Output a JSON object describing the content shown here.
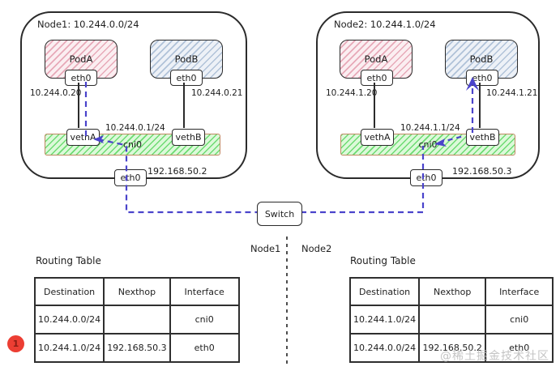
{
  "nodes": [
    {
      "title": "Node1: 10.244.0.0/24",
      "pods": [
        {
          "label": "PodA",
          "eth": "eth0",
          "ip": "10.244.0.20",
          "veth": "vethA"
        },
        {
          "label": "PodB",
          "eth": "eth0",
          "ip": "10.244.0.21",
          "veth": "vethB"
        }
      ],
      "bridge": {
        "label": "cni0",
        "ip": "10.244.0.1/24"
      },
      "host": {
        "label": "eth0",
        "ip": "192.168.50.2"
      }
    },
    {
      "title": "Node2: 10.244.1.0/24",
      "pods": [
        {
          "label": "PodA",
          "eth": "eth0",
          "ip": "10.244.1.20",
          "veth": "vethA"
        },
        {
          "label": "PodB",
          "eth": "eth0",
          "ip": "10.244.1.21",
          "veth": "vethB"
        }
      ],
      "bridge": {
        "label": "cni0",
        "ip": "10.244.1.1/24"
      },
      "host": {
        "label": "eth0",
        "ip": "192.168.50.3"
      }
    }
  ],
  "switch_label": "Switch",
  "divider": {
    "left_label": "Node1",
    "right_label": "Node2"
  },
  "tables": [
    {
      "title": "Routing Table",
      "headers": [
        "Destination",
        "Nexthop",
        "Interface"
      ],
      "rows": [
        [
          "10.244.0.0/24",
          "",
          "cni0"
        ],
        [
          "10.244.1.0/24",
          "192.168.50.3",
          "eth0"
        ]
      ]
    },
    {
      "title": "Routing Table",
      "headers": [
        "Destination",
        "Nexthop",
        "Interface"
      ],
      "rows": [
        [
          "10.244.1.0/24",
          "",
          "cni0"
        ],
        [
          "10.244.0.0/24",
          "192.168.50.2",
          "eth0"
        ]
      ]
    }
  ],
  "badge": {
    "label": "1"
  },
  "watermark": {
    "text": "@稀土掘金技术社区"
  },
  "colors": {
    "outline": "#2b2b2b",
    "packet_flow_blue": "#4a43cb",
    "pod_a_pink": "#e7a9b8",
    "pod_b_blue": "#b0c2d8",
    "bridge_green": "#6cdb72",
    "bridge_border_tan": "#bf8a63",
    "badge_red": "#ec3e33",
    "watermark_gray": "#c4c4c4"
  }
}
